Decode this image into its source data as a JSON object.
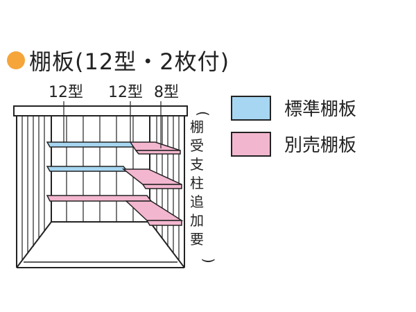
{
  "title": "棚板(12型・2枚付)",
  "colors": {
    "bullet": "#f5a53a",
    "standard_shelf": "#a6d6f1",
    "extra_shelf": "#f3b6cf",
    "outline": "#222222"
  },
  "labels": {
    "type_left": "12型",
    "type_center": "12型",
    "type_right": "8型",
    "side_note_open": "(",
    "side_note_lines": [
      "棚",
      "受",
      "支",
      "柱",
      "追",
      "加",
      "要"
    ],
    "side_note_close": ")"
  },
  "legend": [
    {
      "label": "標準棚板",
      "color": "#a6d6f1"
    },
    {
      "label": "別売棚板",
      "color": "#f3b6cf"
    }
  ]
}
